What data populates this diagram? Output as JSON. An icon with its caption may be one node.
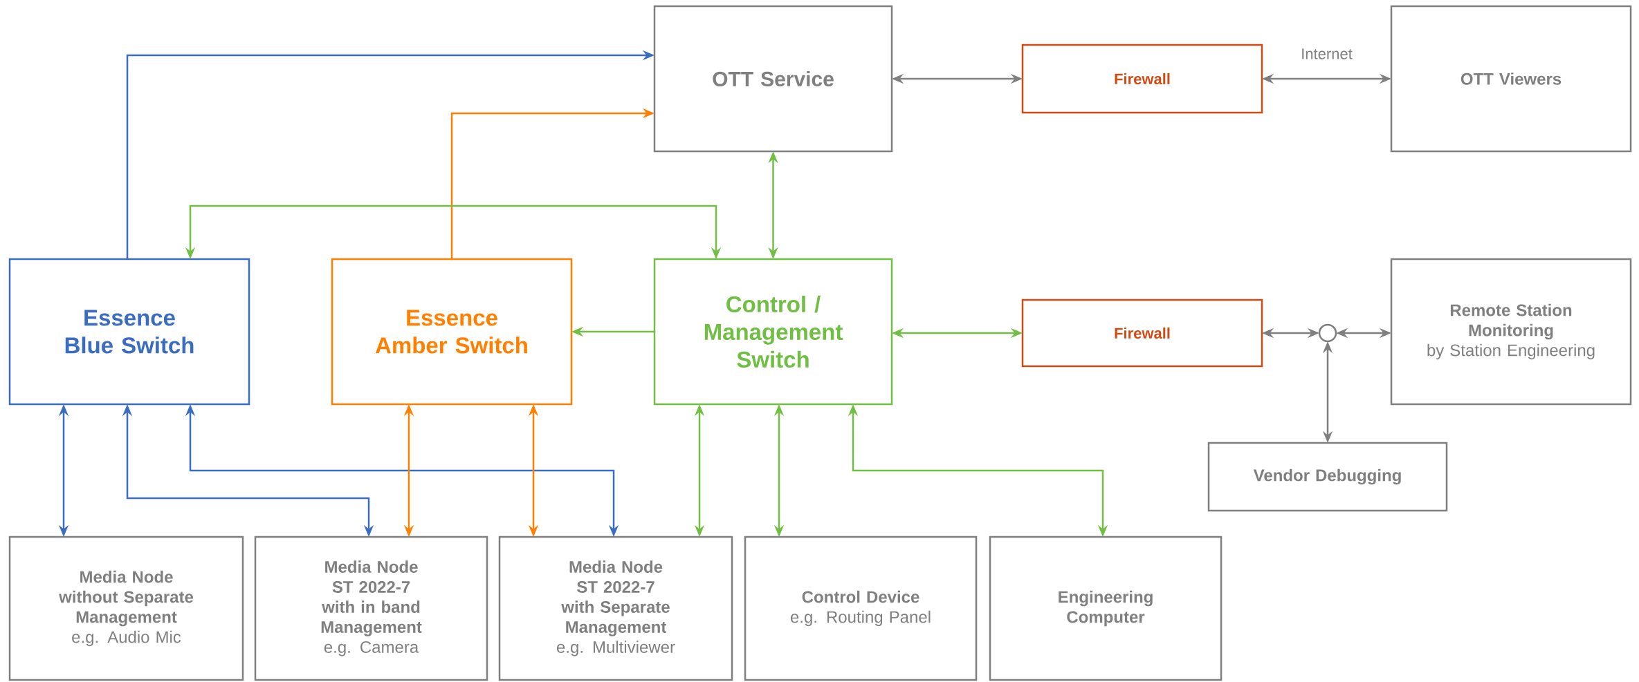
{
  "diagram": {
    "nodes": [
      {
        "text": [
          "OTT Service"
        ]
      },
      {
        "text": [
          "Firewall"
        ]
      },
      {
        "text": [
          "OTT Viewers"
        ]
      },
      {
        "text": [
          "Essence Blue Switch"
        ]
      },
      {
        "text": [
          "Essence Amber Switch"
        ]
      },
      {
        "text": [
          "Control / Management Switch"
        ]
      },
      {
        "text": [
          "Firewall"
        ]
      },
      {
        "text": [],
        "shape": "circle"
      },
      {
        "text": [
          "Remote Station Monitoring",
          "by Station Engineering"
        ]
      },
      {
        "text": [
          "Vendor Debugging"
        ]
      },
      {
        "text": [
          "Media Node without Separate Management",
          "e.g. Audio Mic"
        ]
      },
      {
        "text": [
          "Media Node ST 2022-7 with in band Management",
          "e.g. Camera"
        ]
      },
      {
        "text": [
          "Media Node ST 2022-7 with Separate Management",
          "e.g. Multiviewer"
        ]
      },
      {
        "text": [
          "Control Device",
          "e.g. Routing Panel"
        ]
      },
      {
        "text": [
          "Engineering Computer"
        ]
      }
    ],
    "edges": [
      {
        "from": 3,
        "to": 0,
        "arrow": "to",
        "color": "#3a6cc0"
      },
      {
        "from": 4,
        "to": 0,
        "arrow": "to",
        "color": "#ff8000"
      },
      {
        "from": 0,
        "to": 1,
        "arrow": "both",
        "color": "#7f7f7f"
      },
      {
        "from": 1,
        "to": 2,
        "arrow": "both",
        "color": "#7f7f7f",
        "label": "Internet"
      },
      {
        "from": 0,
        "to": 5,
        "arrow": "both",
        "color": "#70bf44"
      },
      {
        "from": 5,
        "to": 3,
        "arrow": "both",
        "color": "#70bf44"
      },
      {
        "from": 5,
        "to": 4,
        "arrow": "to",
        "color": "#70bf44"
      },
      {
        "from": 5,
        "to": 6,
        "arrow": "both",
        "color": "#70bf44"
      },
      {
        "from": 6,
        "to": 7,
        "arrow": "both",
        "color": "#7f7f7f"
      },
      {
        "from": 7,
        "to": 8,
        "arrow": "both",
        "color": "#7f7f7f"
      },
      {
        "from": 7,
        "to": 9,
        "arrow": "both",
        "color": "#7f7f7f"
      },
      {
        "from": 3,
        "to": 10,
        "arrow": "both",
        "color": "#3a6cc0"
      },
      {
        "from": 3,
        "to": 11,
        "arrow": "both",
        "color": "#3a6cc0"
      },
      {
        "from": 3,
        "to": 12,
        "arrow": "both",
        "color": "#3a6cc0"
      },
      {
        "from": 4,
        "to": 11,
        "arrow": "both",
        "color": "#ff8000"
      },
      {
        "from": 4,
        "to": 12,
        "arrow": "both",
        "color": "#ff8000"
      },
      {
        "from": 5,
        "to": 12,
        "arrow": "both",
        "color": "#70bf44"
      },
      {
        "from": 5,
        "to": 13,
        "arrow": "both",
        "color": "#70bf44"
      },
      {
        "from": 5,
        "to": 14,
        "arrow": "both",
        "color": "#70bf44"
      }
    ]
  }
}
